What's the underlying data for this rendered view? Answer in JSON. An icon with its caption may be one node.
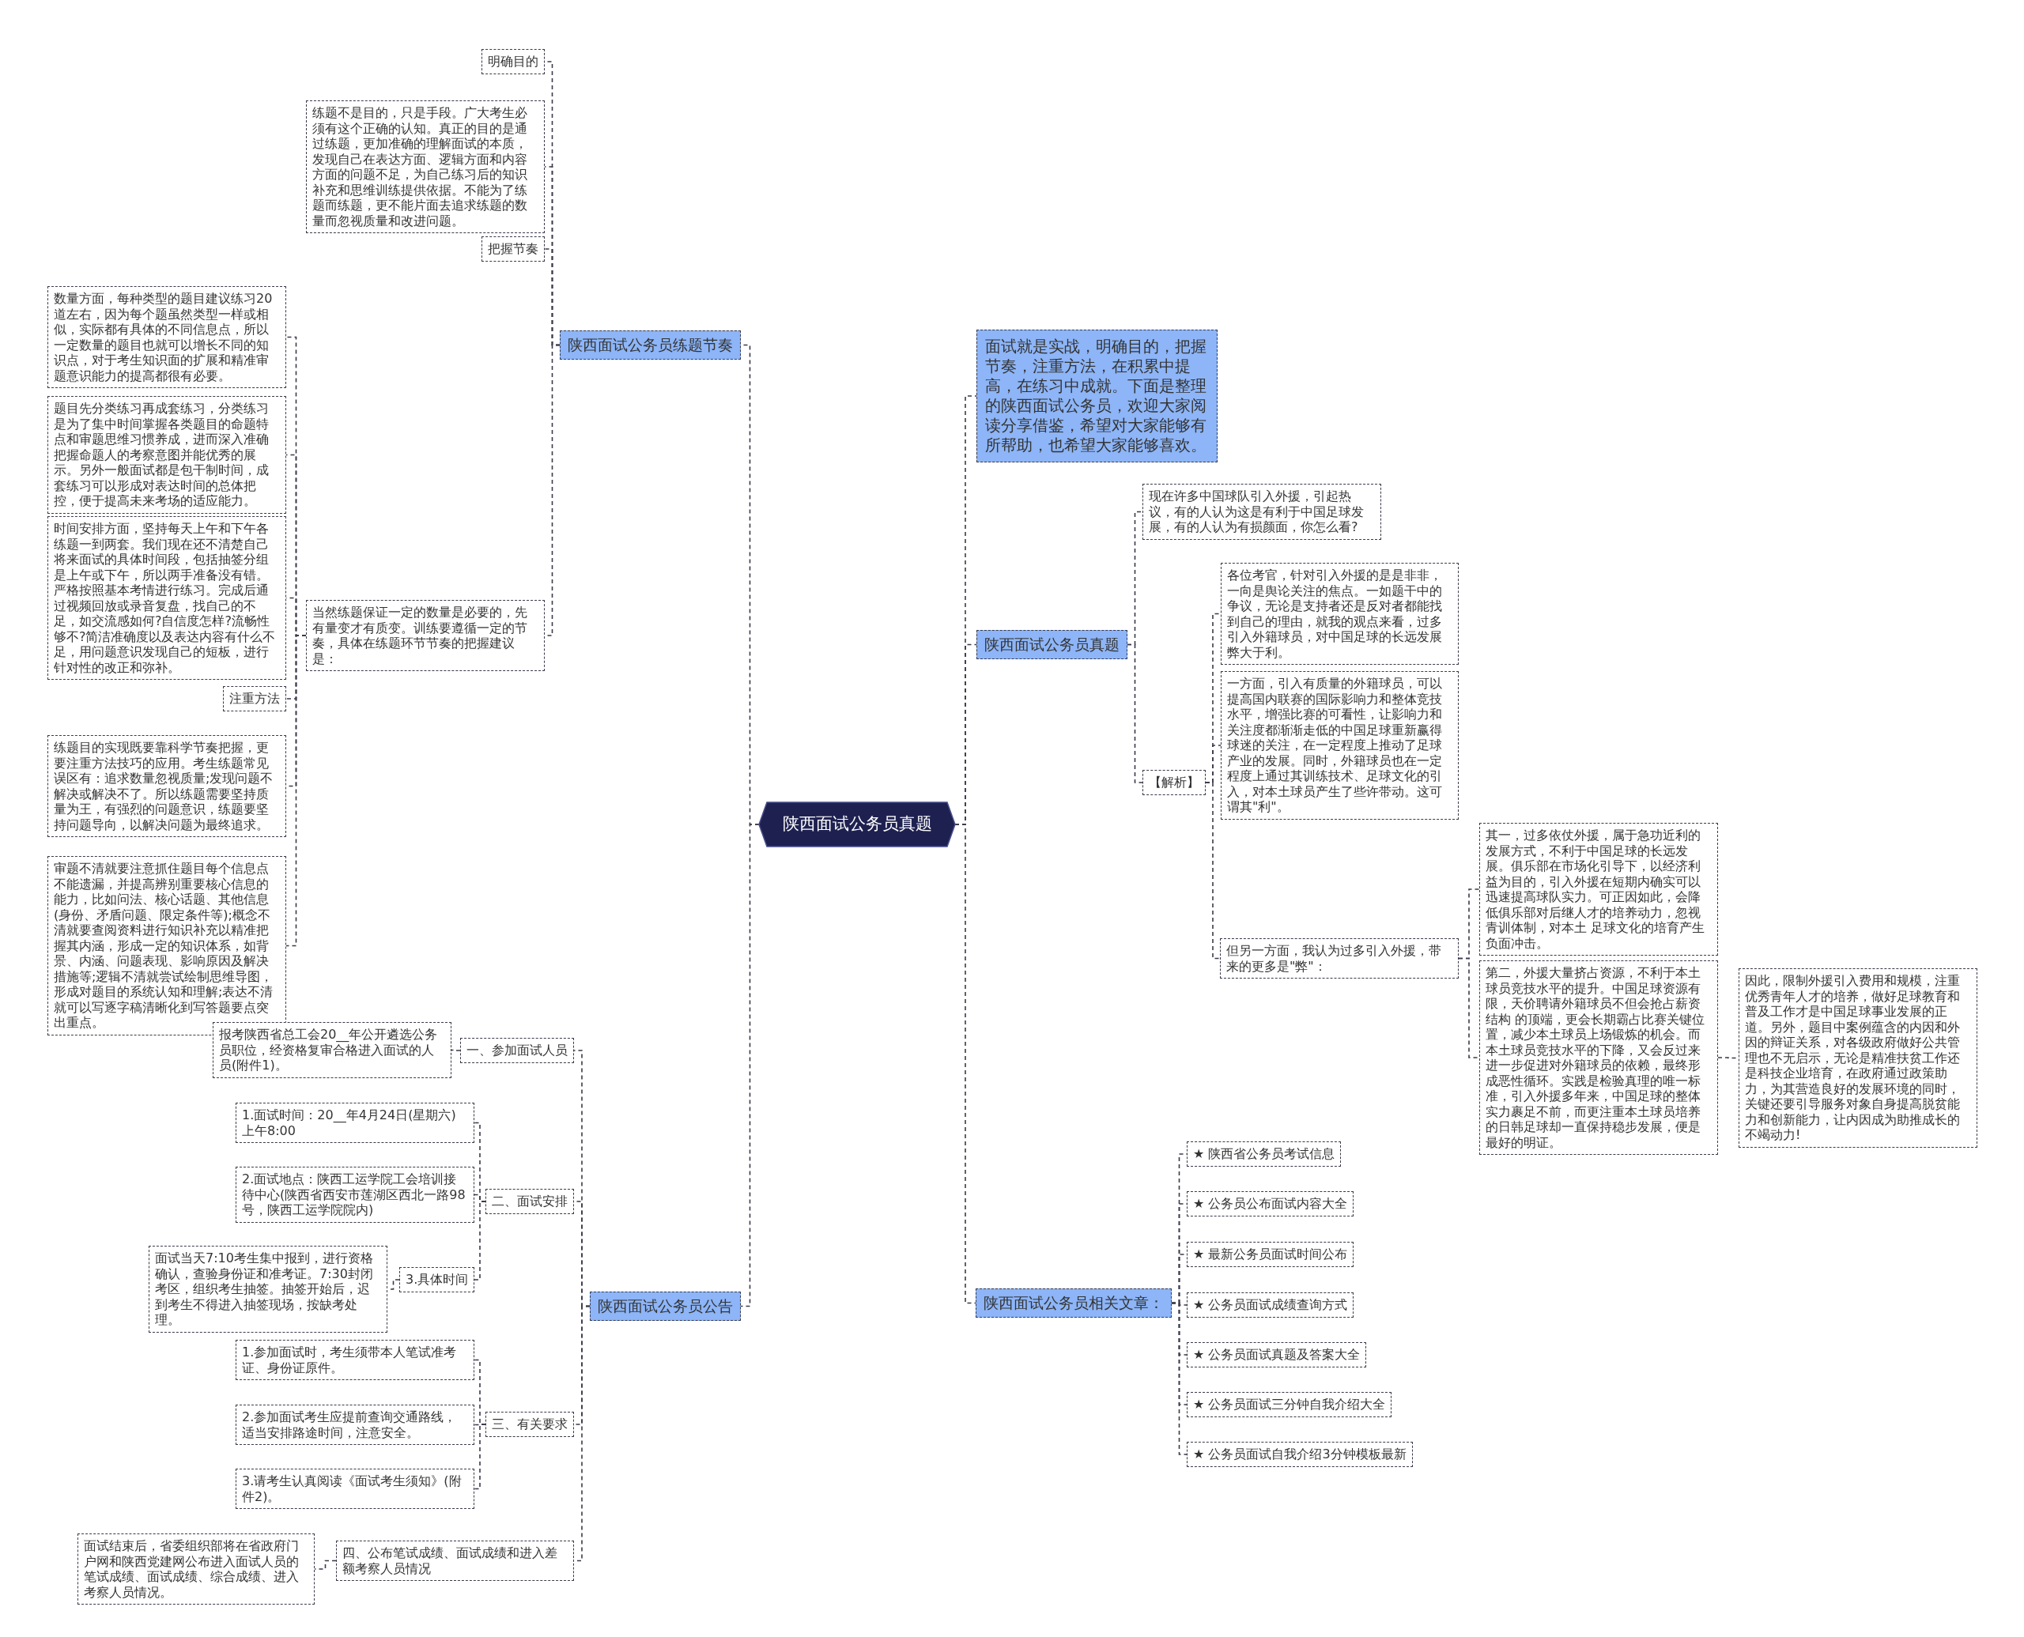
{
  "diagram": {
    "nodes": [
      {
        "text": [
          "陕西面试公务员真题"
        ]
      },
      {
        "text": [
          "陕西面试公务员练题节奏"
        ]
      },
      {
        "text": [
          "明确目的"
        ]
      },
      {
        "text": [
          "练题不是目的，只是手段。广大考生必须有这个正确的认知。真正的目的是通过练题，更加准确的理解面试的本质，发现自己在表达方面、逻辑方面和内容方面的问题不足，为自己练习后的知识补充和思维训练提供依据。不能为了练题而练题，更不能片面去追求练题的数量而忽视质量和改进问题。"
        ]
      },
      {
        "text": [
          "把握节奏"
        ]
      },
      {
        "text": [
          "当然练题保证一定的数量是必要的，先有量变才有质变。训练要遵循一定的节奏，具体在练题环节节奏的把握建议是："
        ]
      },
      {
        "text": [
          "数量方面，每种类型的题目建议练习20道左右，因为每个题虽然类型一样或相似，实际都有具体的不同信息点，所以一定数量的题目也就可以增长不同的知识点，对于考生知识面的扩展和精准审题意识能力的提高都很有必要。"
        ]
      },
      {
        "text": [
          "题目先分类练习再成套练习，分类练习是为了集中时间掌握各类题目的命题特点和审题思维习惯养成，进而深入准确把握命题人的考察意图并能优秀的展示。另外一般面试都是包干制时间，成套练习可以形成对表达时间的总体把控，便于提高未来考场的适应能力。"
        ]
      },
      {
        "text": [
          "时间安排方面，坚持每天上午和下午各练题一到两套。我们现在还不清楚自己将来面试的具体时间段，包括抽签分组是上午或下午，所以两手准备没有错。严格按照基本考情进行练习。完成后通过视频回放或录音复盘，找自己的不足，如交流感如何?自信度怎样?流畅性够不?简洁准确度以及表达内容有什么不足，用问题意识发现自己的短板，进行针对性的改正和弥补。"
        ]
      },
      {
        "text": [
          "注重方法"
        ]
      },
      {
        "text": [
          "练题目的实现既要靠科学节奏把握，更要注重方法技巧的应用。考生练题常见误区有：追求数量忽视质量;发现问题不解决或解决不了。所以练题需要坚持质量为王，有强烈的问题意识，练题要坚持问题导向，以解决问题为最终追求。"
        ]
      },
      {
        "text": [
          "审题不清就要注意抓住题目每个信息点不能遗漏，并提高辨别重要核心信息的能力，比如问法、核心话题、其他信息(身份、矛盾问题、限定条件等);概念不清就要查阅资料进行知识补充以精准把握其内涵，形成一定的知识体系，如背景、内涵、问题表现、影响原因及解决措施等;逻辑不清就尝试绘制思维导图，形成对题目的系统认知和理解;表达不清就可以写逐字稿清晰化到写答题要点突出重点。"
        ]
      },
      {
        "text": [
          "陕西面试公务员公告"
        ]
      },
      {
        "text": [
          "一、参加面试人员"
        ]
      },
      {
        "text": [
          "报考陕西省总工会20__年公开遴选公务员职位，经资格复审合格进入面试的人员(附件1)。"
        ]
      },
      {
        "text": [
          "二、面试安排"
        ]
      },
      {
        "text": [
          "1.面试时间：20__年4月24日(星期六)上午8:00"
        ]
      },
      {
        "text": [
          "2.面试地点：陕西工运学院工会培训接待中心(陕西省西安市莲湖区西北一路98号，陕西工运学院院内)"
        ]
      },
      {
        "text": [
          "3.具体时间"
        ]
      },
      {
        "text": [
          "面试当天7:10考生集中报到，进行资格确认，查验身份证和准考证。7:30封闭考区，组织考生抽签。抽签开始后，迟到考生不得进入抽签现场，按缺考处理。"
        ]
      },
      {
        "text": [
          "三、有关要求"
        ]
      },
      {
        "text": [
          "1.参加面试时，考生须带本人笔试准考证、身份证原件。"
        ]
      },
      {
        "text": [
          "2.参加面试考生应提前查询交通路线，适当安排路途时间，注意安全。"
        ]
      },
      {
        "text": [
          "3.请考生认真阅读《面试考生须知》(附件2)。"
        ]
      },
      {
        "text": [
          "四、公布笔试成绩、面试成绩和进入差额考察人员情况"
        ]
      },
      {
        "text": [
          "面试结束后，省委组织部将在省政府门户网和陕西党建网公布进入面试人员的笔试成绩、面试成绩、综合成绩、进入考察人员情况。"
        ]
      },
      {
        "text": [
          "面试就是实战，明确目的，把握节奏，注重方法，在积累中提高，在练习中成就。下面是整理的陕西面试公务员，欢迎大家阅读分享借鉴，希望对大家能够有所帮助，也希望大家能够喜欢。"
        ]
      },
      {
        "text": [
          "陕西面试公务员真题"
        ]
      },
      {
        "text": [
          "现在许多中国球队引入外援，引起热议，有的人认为这是有利于中国足球发展，有的人认为有损颜面，你怎么看?"
        ]
      },
      {
        "text": [
          "【解析】"
        ]
      },
      {
        "text": [
          "各位考官，针对引入外援的是是非非，一向是舆论关注的焦点。一如题干中的争议，无论是支持者还是反对者都能找到自己的理由，就我的观点来看，过多引入外籍球员，对中国足球的长远发展弊大于利。"
        ]
      },
      {
        "text": [
          "一方面，引入有质量的外籍球员，可以提高国内联赛的国际影响力和整体竞技水平，增强比赛的可看性，让影响力和关注度都渐渐走低的中国足球重新赢得球迷的关注，在一定程度上推动了足球产业的发展。同时，外籍球员也在一定程度上通过其训练技术、足球文化的引入，对本土球员产生了些许带动。这可谓其\"利\"。"
        ]
      },
      {
        "text": [
          "但另一方面，我认为过多引入外援，带来的更多是\"弊\"："
        ]
      },
      {
        "text": [
          "其一，过多依仗外援，属于急功近利的发展方式，不利于中国足球的长远发展。俱乐部在市场化引导下，以经济利益为目的，引入外援在短期内确实可以迅速提高球队实力。可正因如此，会降低俱乐部对后继人才的培养动力，忽视青训体制，对本土 足球文化的培育产生负面冲击。"
        ]
      },
      {
        "text": [
          "第二，外援大量挤占资源，不利于本土球员竞技水平的提升。中国足球资源有限，天价聘请外籍球员不但会抢占薪资结构 的顶端，更会长期霸占比赛关键位置，减少本土球员上场锻炼的机会。而本土球员竞技水平的下降，又会反过来进一步促进对外籍球员的依赖，最终形成恶性循环。实践是检验真理的唯一标准，引入外援多年来，中国足球的整体实力裹足不前，而更注重本土球员培养的日韩足球却一直保持稳步发展，便是最好的明证。"
        ]
      },
      {
        "text": [
          "因此，限制外援引入费用和规模，注重优秀青年人才的培养，做好足球教育和普及工作才是中国足球事业发展的正道。另外，题目中案例蕴含的内因和外因的辩证关系，对各级政府做好公共管理也不无启示，无论是精准扶贫工作还是科技企业培育，在政府通过政策助力，为其营造良好的发展环境的同时，关键还要引导服务对象自身提高脱贫能力和创新能力，让内因成为助推成长的不竭动力!"
        ]
      },
      {
        "text": [
          "陕西面试公务员相关文章："
        ]
      },
      {
        "text": [
          "★ 陕西省公务员考试信息"
        ]
      },
      {
        "text": [
          "★ 公务员公布面试内容大全"
        ]
      },
      {
        "text": [
          "★ 最新公务员面试时间公布"
        ]
      },
      {
        "text": [
          "★ 公务员面试成绩查询方式"
        ]
      },
      {
        "text": [
          "★ 公务员面试真题及答案大全"
        ]
      },
      {
        "text": [
          "★ 公务员面试三分钟自我介绍大全"
        ]
      },
      {
        "text": [
          "★ 公务员面试自我介绍3分钟模板最新"
        ]
      }
    ],
    "edges": [
      {
        "from": 0,
        "to": 1,
        "arrow": "none"
      },
      {
        "from": 1,
        "to": 2,
        "arrow": "none"
      },
      {
        "from": 1,
        "to": 3,
        "arrow": "none"
      },
      {
        "from": 1,
        "to": 4,
        "arrow": "none"
      },
      {
        "from": 1,
        "to": 5,
        "arrow": "none"
      },
      {
        "from": 5,
        "to": 6,
        "arrow": "none"
      },
      {
        "from": 5,
        "to": 7,
        "arrow": "none"
      },
      {
        "from": 5,
        "to": 8,
        "arrow": "none"
      },
      {
        "from": 5,
        "to": 9,
        "arrow": "none"
      },
      {
        "from": 5,
        "to": 10,
        "arrow": "none"
      },
      {
        "from": 5,
        "to": 11,
        "arrow": "none"
      },
      {
        "from": 0,
        "to": 12,
        "arrow": "none"
      },
      {
        "from": 12,
        "to": 13,
        "arrow": "none"
      },
      {
        "from": 13,
        "to": 14,
        "arrow": "none"
      },
      {
        "from": 12,
        "to": 15,
        "arrow": "none"
      },
      {
        "from": 15,
        "to": 16,
        "arrow": "none"
      },
      {
        "from": 15,
        "to": 17,
        "arrow": "none"
      },
      {
        "from": 15,
        "to": 18,
        "arrow": "none"
      },
      {
        "from": 18,
        "to": 19,
        "arrow": "none"
      },
      {
        "from": 12,
        "to": 20,
        "arrow": "none"
      },
      {
        "from": 20,
        "to": 21,
        "arrow": "none"
      },
      {
        "from": 20,
        "to": 22,
        "arrow": "none"
      },
      {
        "from": 20,
        "to": 23,
        "arrow": "none"
      },
      {
        "from": 12,
        "to": 24,
        "arrow": "none"
      },
      {
        "from": 24,
        "to": 25,
        "arrow": "none"
      },
      {
        "from": 0,
        "to": 26,
        "arrow": "none"
      },
      {
        "from": 0,
        "to": 27,
        "arrow": "none"
      },
      {
        "from": 27,
        "to": 28,
        "arrow": "none"
      },
      {
        "from": 27,
        "to": 29,
        "arrow": "none"
      },
      {
        "from": 29,
        "to": 30,
        "arrow": "none"
      },
      {
        "from": 29,
        "to": 31,
        "arrow": "none"
      },
      {
        "from": 29,
        "to": 32,
        "arrow": "none"
      },
      {
        "from": 32,
        "to": 33,
        "arrow": "none"
      },
      {
        "from": 32,
        "to": 34,
        "arrow": "none"
      },
      {
        "from": 34,
        "to": 35,
        "arrow": "none"
      },
      {
        "from": 0,
        "to": 36,
        "arrow": "none"
      },
      {
        "from": 36,
        "to": 37,
        "arrow": "none"
      },
      {
        "from": 36,
        "to": 38,
        "arrow": "none"
      },
      {
        "from": 36,
        "to": 39,
        "arrow": "none"
      },
      {
        "from": 36,
        "to": 40,
        "arrow": "none"
      },
      {
        "from": 36,
        "to": 41,
        "arrow": "none"
      },
      {
        "from": 36,
        "to": 42,
        "arrow": "none"
      },
      {
        "from": 36,
        "to": 43,
        "arrow": "none"
      }
    ]
  }
}
